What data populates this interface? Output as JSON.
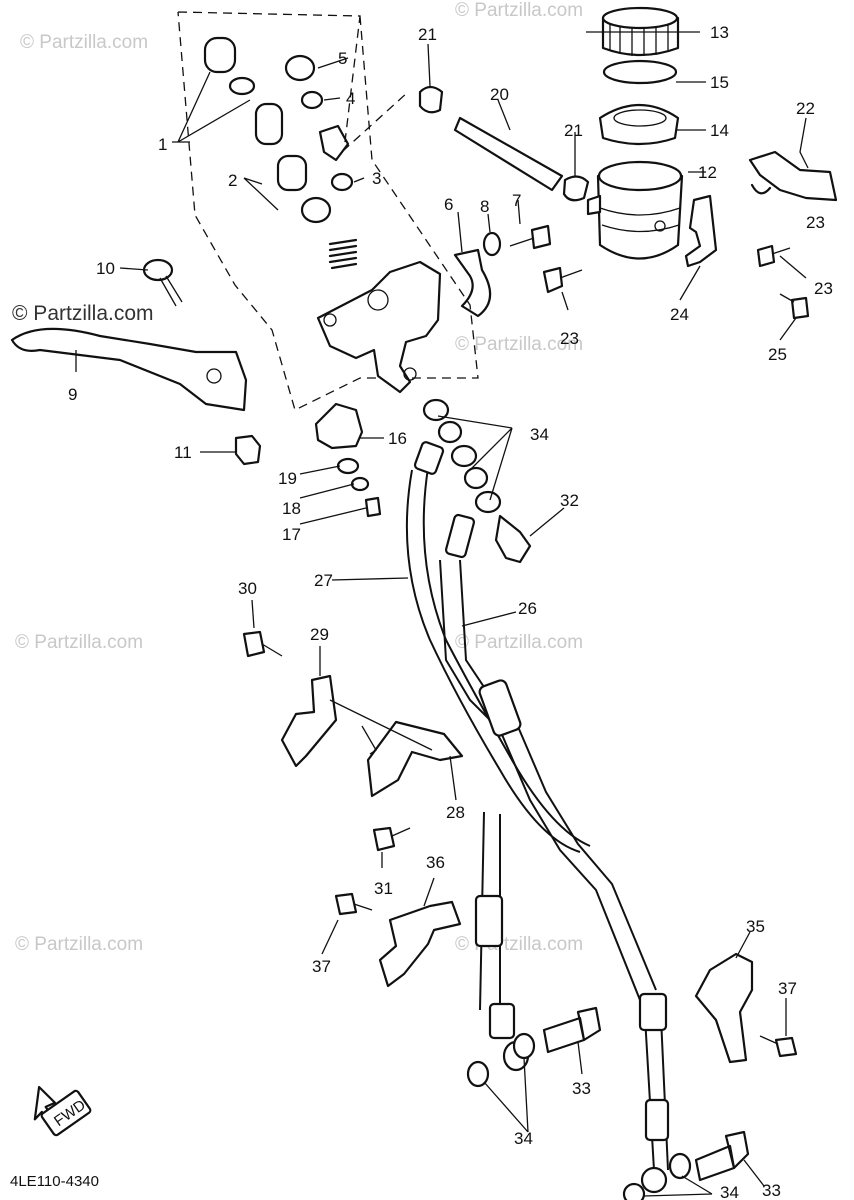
{
  "watermark": "© Partzilla.com",
  "watermark_dark": "© Partzilla.com",
  "diagram_code": "4LE110-4340",
  "fwd_label": "FWD",
  "callouts": [
    "1",
    "2",
    "3",
    "4",
    "5",
    "6",
    "7",
    "8",
    "9",
    "10",
    "11",
    "12",
    "13",
    "14",
    "15",
    "16",
    "17",
    "18",
    "19",
    "20",
    "21",
    "21",
    "22",
    "23",
    "23",
    "23",
    "24",
    "25",
    "26",
    "27",
    "28",
    "29",
    "30",
    "31",
    "32",
    "33",
    "33",
    "34",
    "34",
    "34",
    "35",
    "36",
    "37",
    "37"
  ]
}
